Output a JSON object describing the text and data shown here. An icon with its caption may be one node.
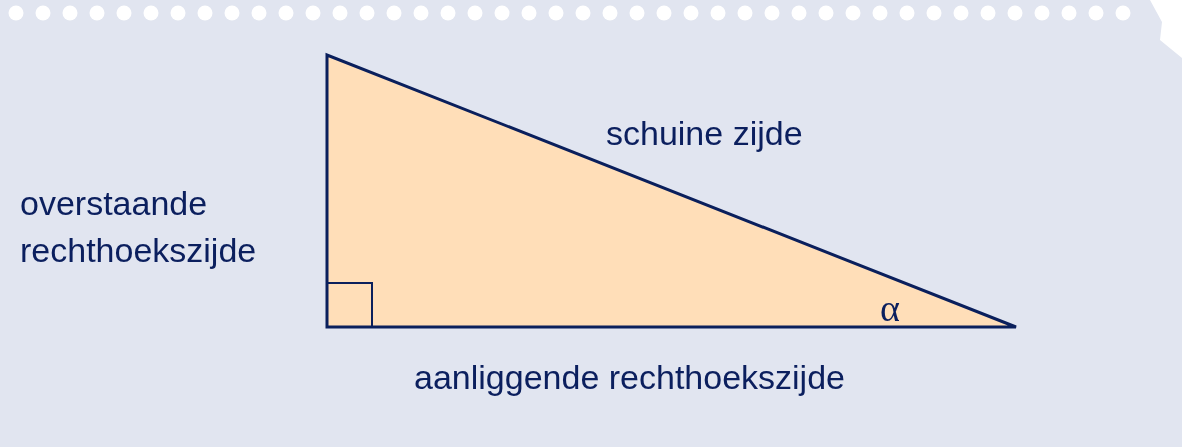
{
  "diagram": {
    "labels": [
      "schuine zijde",
      "overstaande rechthoekszijde",
      "α",
      "aanliggende rechthoekszijde"
    ]
  }
}
